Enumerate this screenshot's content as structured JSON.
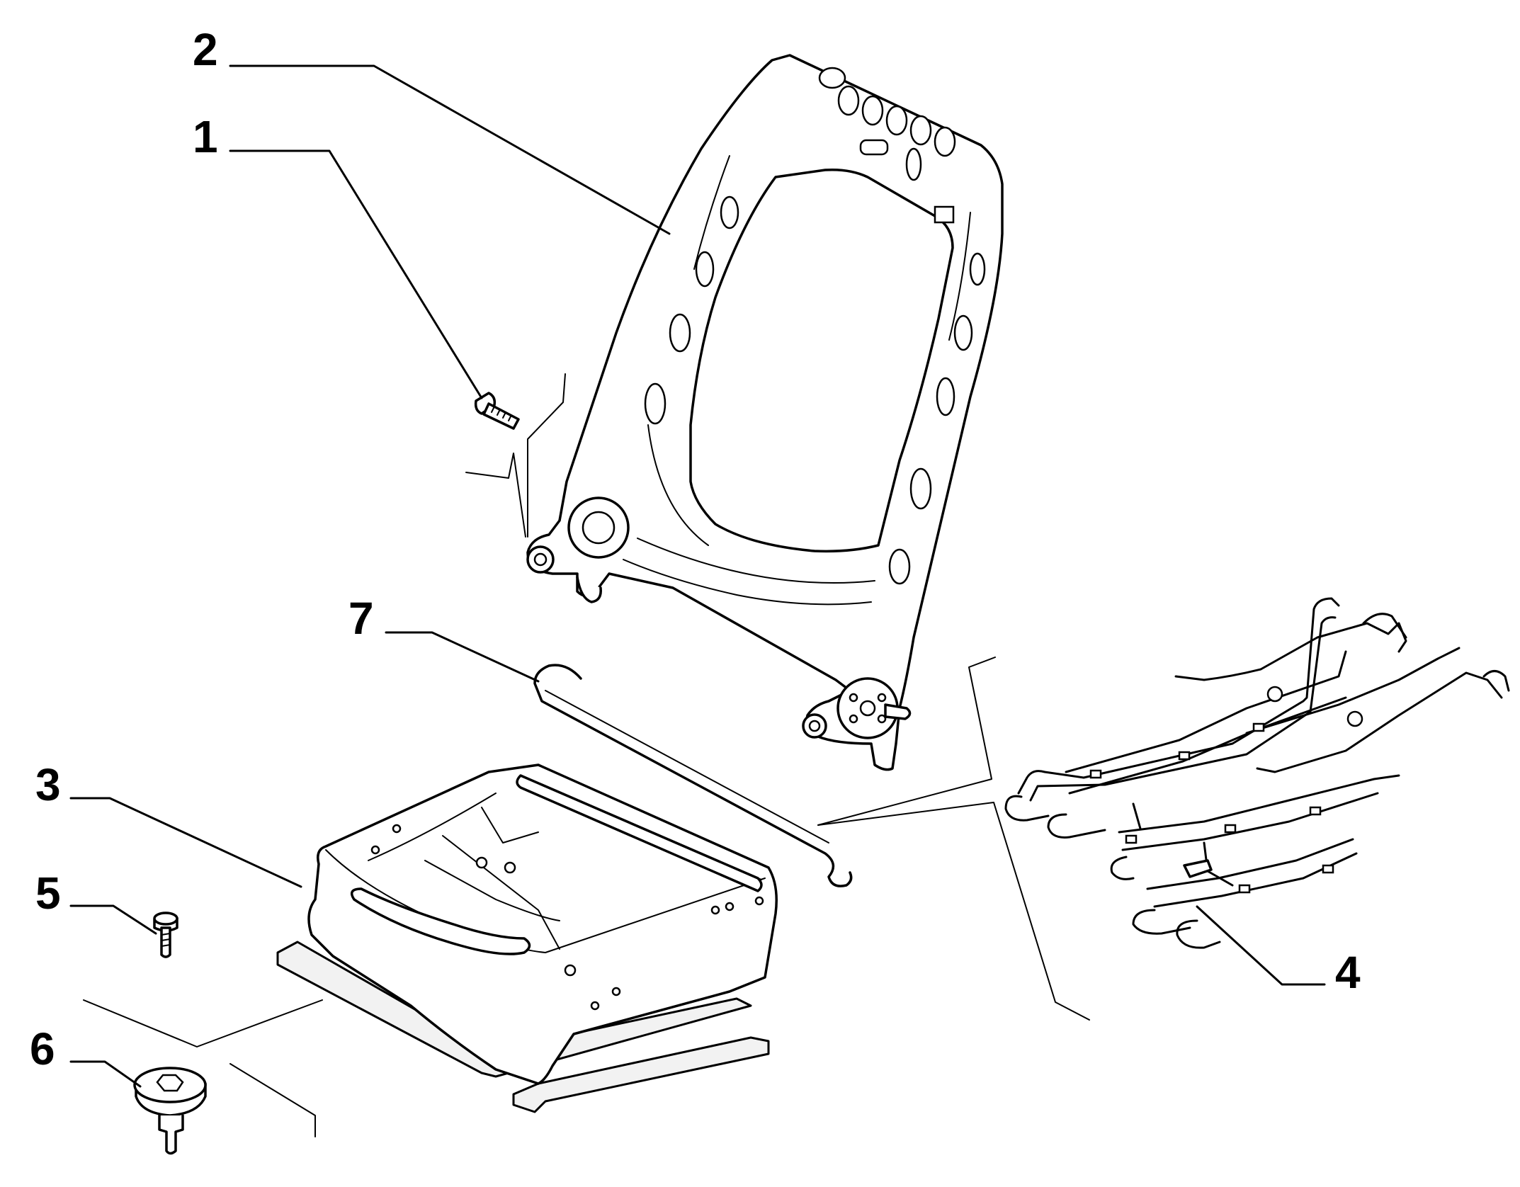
{
  "callouts": [
    {
      "id": "1",
      "label": "1"
    },
    {
      "id": "2",
      "label": "2"
    },
    {
      "id": "3",
      "label": "3"
    },
    {
      "id": "4",
      "label": "4"
    },
    {
      "id": "5",
      "label": "5"
    },
    {
      "id": "6",
      "label": "6"
    },
    {
      "id": "7",
      "label": "7"
    }
  ],
  "colors": {
    "line": "#000000",
    "background": "#ffffff",
    "part_fill": "#f2f2f2"
  }
}
